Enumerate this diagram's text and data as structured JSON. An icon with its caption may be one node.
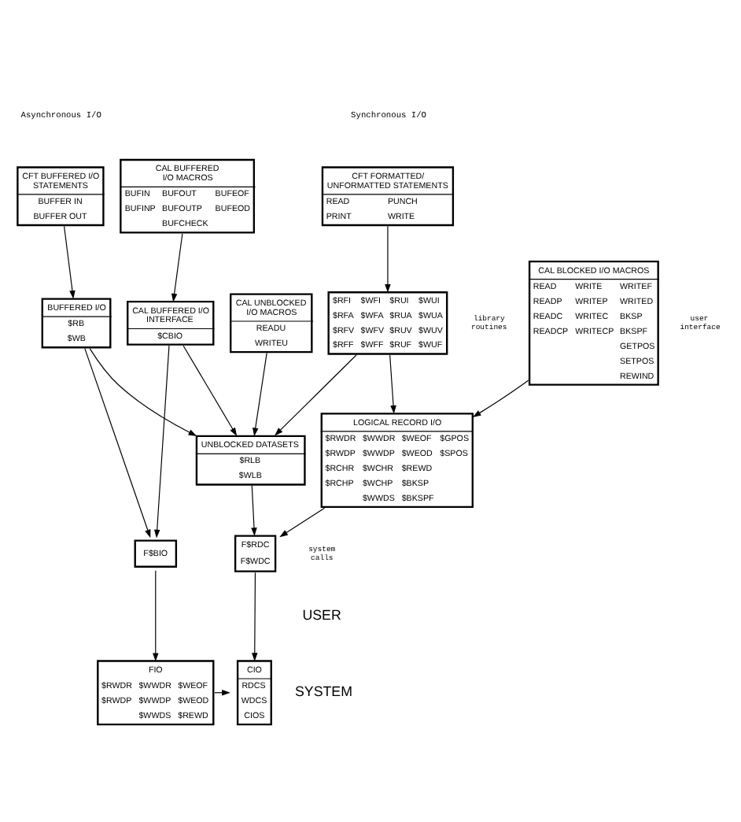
{
  "diagram": {
    "nodes": [
      {
        "text": [
          "CFT BUFFERED I/O STATEMENTS",
          "BUFFER IN",
          "BUFFER OUT"
        ]
      },
      {
        "text": [
          "CFT FORMATTED/ UNFORMATTED STATEMENTS",
          "READ",
          "PUNCH",
          "PRINT",
          "WRITE"
        ]
      },
      {
        "text": [
          "CAL BUFFERED I/O MACROS",
          "BUFIN",
          "BUFOUT",
          "BUFEOF",
          "BUFINP",
          "BUFOUTP",
          "BUFEOD",
          "BUFCHECK"
        ]
      },
      {
        "text": [
          "CAL UNBLOCKED I/O MACROS",
          "READU",
          "WRITEU"
        ]
      },
      {
        "text": [
          "CAL BLOCKED I/O MACROS",
          "READ",
          "WRITE",
          "WRITEF",
          "READP",
          "WRITEP",
          "WRITED",
          "READC",
          "WRITEC",
          "BKSP",
          "READCP",
          "WRITECP",
          "BKSPF",
          "GETPOS",
          "SETPOS",
          "REWIND"
        ]
      },
      {
        "text": [
          "BUFFERED I/O",
          "$RB",
          "$WB"
        ]
      },
      {
        "text": [
          "$RFI",
          "$WFI",
          "$RUI",
          "$WUI",
          "$RFA",
          "$WFA",
          "$RUA",
          "$WUA",
          "$RFV",
          "$WFV",
          "$RUV",
          "$WUV",
          "$RFF",
          "$WFF",
          "$RUF",
          "$WUF"
        ]
      },
      {
        "text": [
          "CAL BUFFERED I/O INTERFACE",
          "$CBIO"
        ]
      },
      {
        "text": [
          "UNBLOCKED DATASETS",
          "$RLB",
          "$WLB"
        ]
      },
      {
        "text": [
          "LOGICAL RECORD I/O",
          "$RWDR",
          "$WWDR",
          "$WEOF",
          "$GPOS",
          "$RWDP",
          "$WWDP",
          "$WEOD",
          "$SPOS",
          "$RCHR",
          "$WCHR",
          "$REWD",
          "$RCHP",
          "$WCHP",
          "$BKSP",
          "$WWDS",
          "$BKSPF"
        ]
      },
      {
        "text": [
          "F$BIO"
        ]
      },
      {
        "text": [
          "F$RDC",
          "F$WDC"
        ]
      },
      {
        "text": [
          "FIO",
          "$RWDR",
          "$WWDR",
          "$WEOF",
          "$RWDP",
          "$WWDP",
          "$WEOD",
          "$WWDS",
          "$REWD"
        ]
      },
      {
        "text": [
          "CIO",
          "RDCS",
          "WDCS",
          "CIOS"
        ]
      }
    ],
    "edges": [
      {
        "from": 0,
        "to": 5,
        "arrow": "to"
      },
      {
        "from": 1,
        "to": 6,
        "arrow": "to"
      },
      {
        "from": 2,
        "to": 7,
        "arrow": "to"
      },
      {
        "from": 3,
        "to": 8,
        "arrow": "to"
      },
      {
        "from": 4,
        "to": 9,
        "arrow": "to"
      },
      {
        "from": 5,
        "to": 8,
        "arrow": "to"
      },
      {
        "from": 5,
        "to": 10,
        "arrow": "to"
      },
      {
        "from": 6,
        "to": 8,
        "arrow": "to"
      },
      {
        "from": 6,
        "to": 9,
        "arrow": "to"
      },
      {
        "from": 7,
        "to": 8,
        "arrow": "to"
      },
      {
        "from": 7,
        "to": 10,
        "arrow": "to"
      },
      {
        "from": 8,
        "to": 11,
        "arrow": "to"
      },
      {
        "from": 9,
        "to": 11,
        "arrow": "to"
      },
      {
        "from": 10,
        "to": 12,
        "arrow": "to"
      },
      {
        "from": 11,
        "to": 13,
        "arrow": "to"
      },
      {
        "from": 12,
        "to": 13,
        "arrow": "to"
      }
    ],
    "labels": [
      "Asynchronous I/O",
      "Synchronous I/O",
      "user interface",
      "library routines",
      "system calls",
      "USER",
      "SYSTEM"
    ]
  }
}
